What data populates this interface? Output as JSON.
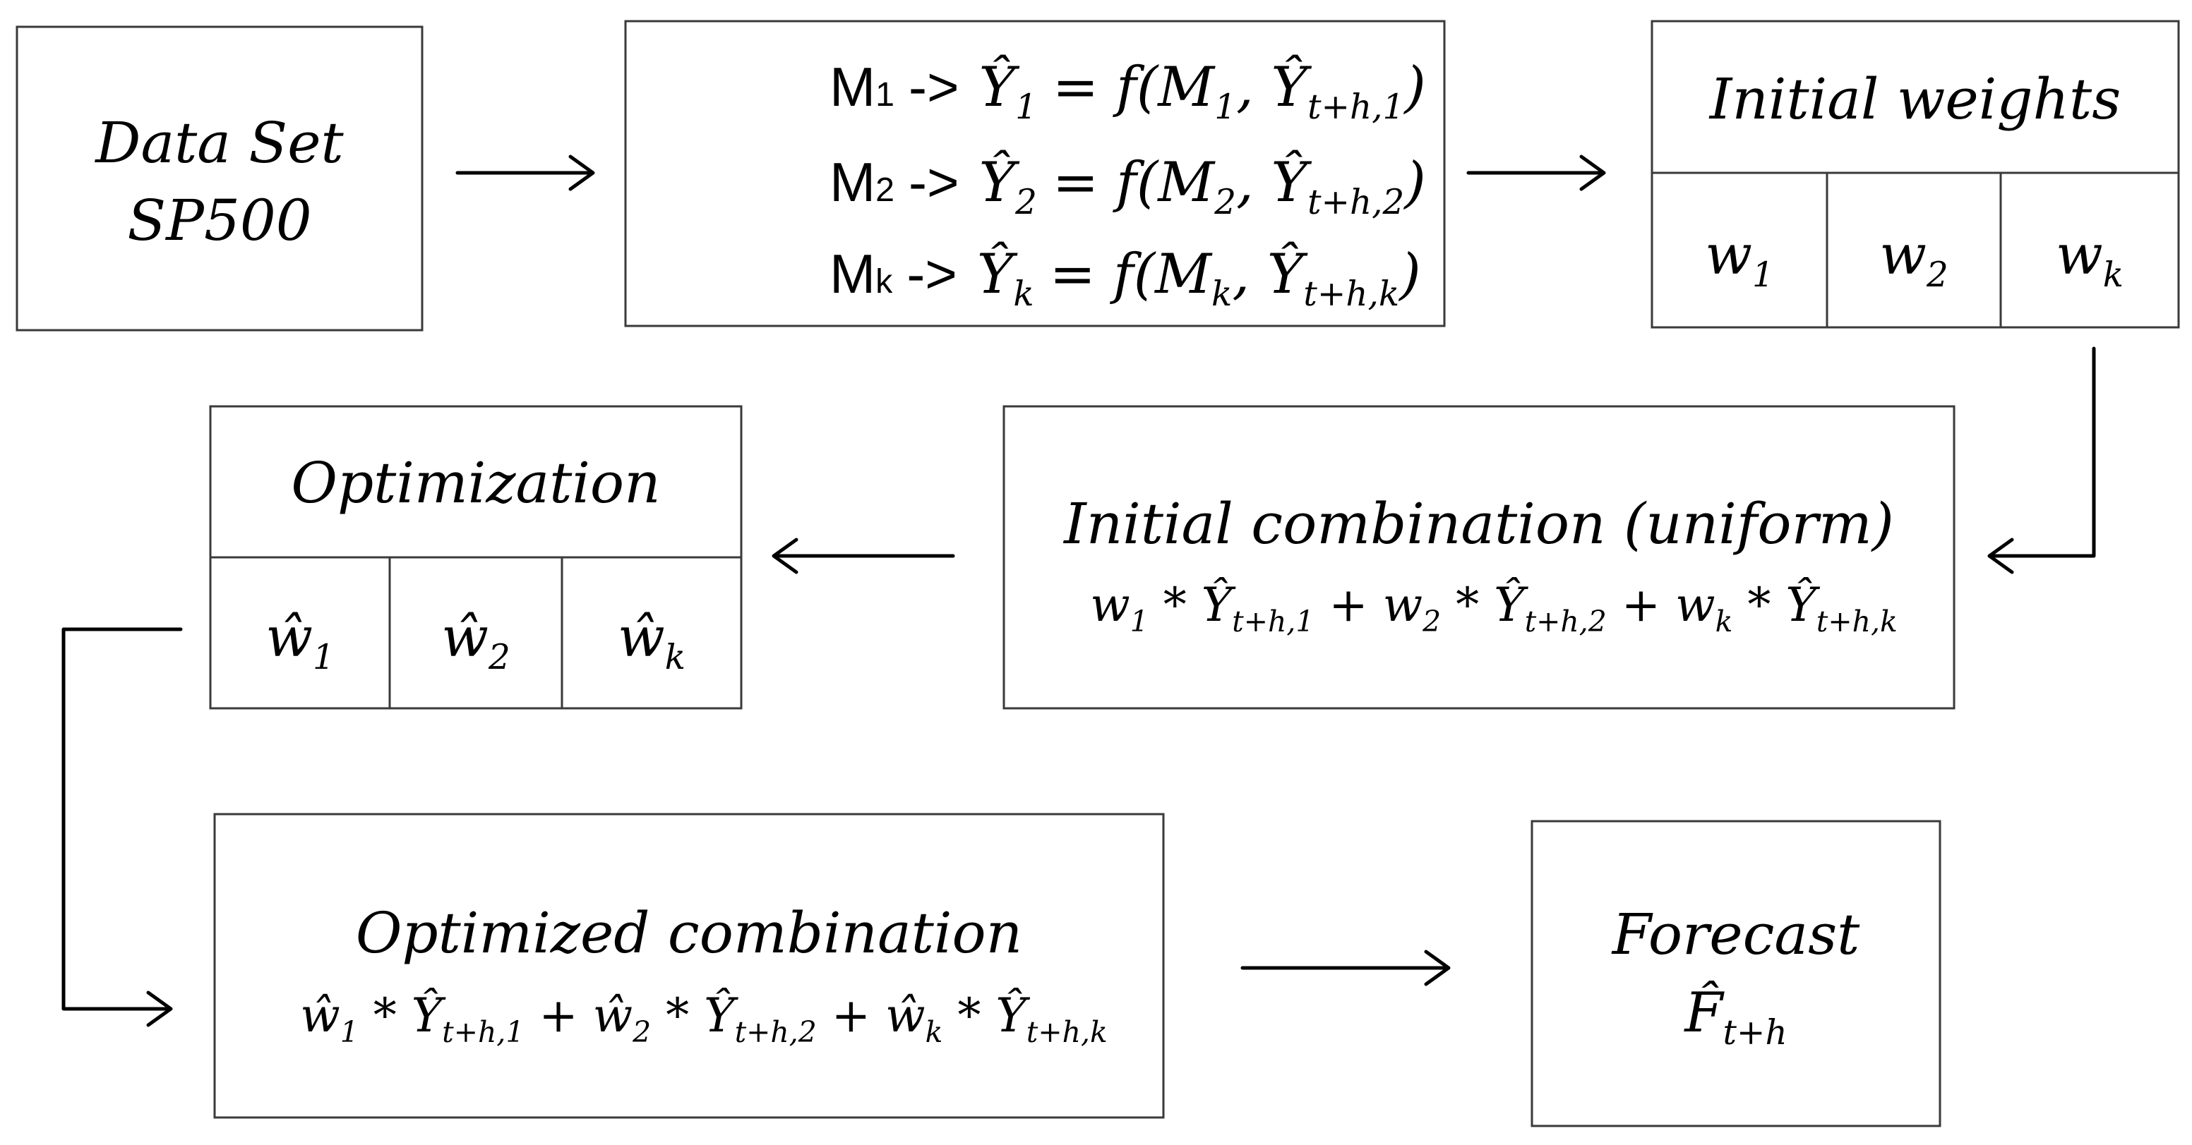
{
  "colors": {
    "stroke": "#3a3a3a",
    "arrow": "#000000",
    "background": "#ffffff"
  },
  "data_set": {
    "line1": "Data Set",
    "line2": "SP500"
  },
  "models": [
    {
      "model": "M",
      "model_sub": "1",
      "arrow": "->",
      "lhs": "Ŷ",
      "lhs_sub": "1",
      "eq": "= f(M",
      "m_sub": "1",
      "sep": ", Ŷ",
      "rhs_sub": "t+h,1",
      "close": ")"
    },
    {
      "model": "M",
      "model_sub": "2",
      "arrow": "->",
      "lhs": "Ŷ",
      "lhs_sub": "2",
      "eq": "= f(M",
      "m_sub": "2",
      "sep": ", Ŷ",
      "rhs_sub": "t+h,2",
      "close": ")"
    },
    {
      "model": "M",
      "model_sub": "k",
      "arrow": "->",
      "lhs": "Ŷ",
      "lhs_sub": "k",
      "eq": "= f(M",
      "m_sub": "k",
      "sep": ", Ŷ",
      "rhs_sub": "t+h,k",
      "close": ")"
    }
  ],
  "initial_weights": {
    "title": "Initial weights",
    "cells": [
      {
        "base": "w",
        "sub": "1"
      },
      {
        "base": "w",
        "sub": "2"
      },
      {
        "base": "w",
        "sub": "k"
      }
    ]
  },
  "initial_combination": {
    "title": "Initial combination (uniform)",
    "terms": [
      {
        "w": "w",
        "w_sub": "1",
        "times": " * ",
        "y": "Ŷ",
        "y_sub": "t+h,1",
        "plus": " + "
      },
      {
        "w": "w",
        "w_sub": "2",
        "times": " * ",
        "y": "Ŷ",
        "y_sub": "t+h,2",
        "plus": " + "
      },
      {
        "w": "w",
        "w_sub": "k",
        "times": " * ",
        "y": "Ŷ",
        "y_sub": "t+h,k",
        "plus": ""
      }
    ]
  },
  "optimization": {
    "title": "Optimization",
    "cells": [
      {
        "base": "ŵ",
        "sub": "1"
      },
      {
        "base": "ŵ",
        "sub": "2"
      },
      {
        "base": "ŵ",
        "sub": "k"
      }
    ]
  },
  "optimized_combination": {
    "title": "Optimized combination",
    "terms": [
      {
        "w": "ŵ",
        "w_sub": "1",
        "times": " * ",
        "y": "Ŷ",
        "y_sub": "t+h,1",
        "plus": " + "
      },
      {
        "w": "ŵ",
        "w_sub": "2",
        "times": " * ",
        "y": "Ŷ",
        "y_sub": "t+h,2",
        "plus": " + "
      },
      {
        "w": "ŵ",
        "w_sub": "k",
        "times": " * ",
        "y": "Ŷ",
        "y_sub": "t+h,k",
        "plus": ""
      }
    ]
  },
  "forecast": {
    "title": "Forecast",
    "symbol": "F̂",
    "symbol_sub": "t+h"
  }
}
